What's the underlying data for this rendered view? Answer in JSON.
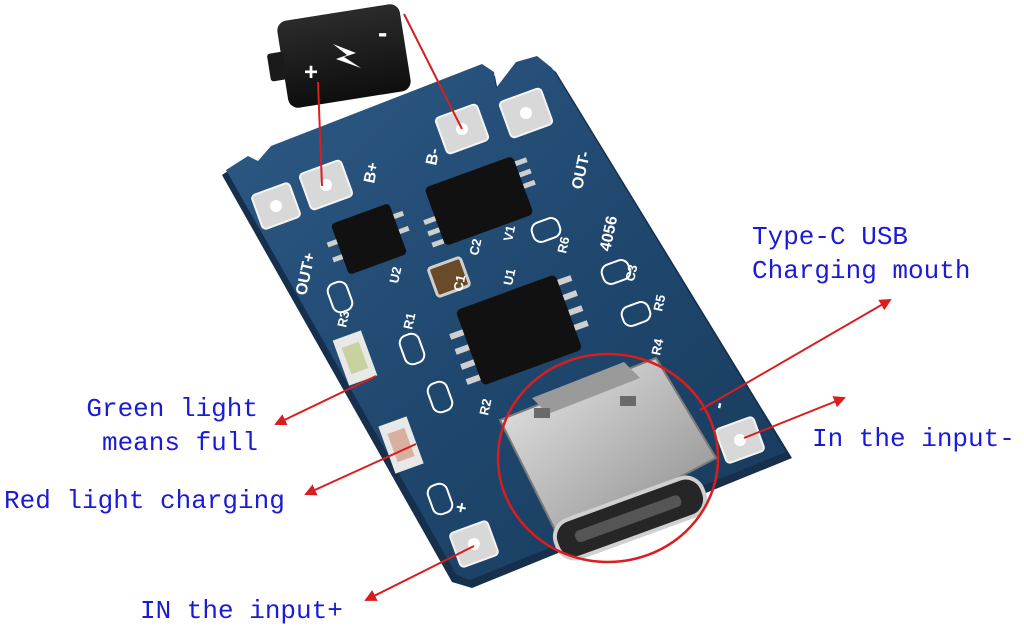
{
  "labels": {
    "usb_line1": "Type-C USB",
    "usb_line2": "Charging mouth",
    "green_line1": "Green light",
    "green_line2": "means full",
    "red": "Red light charging",
    "in_minus": "In the input-",
    "in_plus": "IN the input+"
  },
  "battery": {
    "plus_sign": "+",
    "minus_sign": "-"
  },
  "board_silkscreen": {
    "b_plus": "B+",
    "b_minus": "B-",
    "out_minus": "OUT-",
    "out_plus": "OUT+",
    "chip_id": "4056",
    "u1": "U1",
    "u2": "U2",
    "v1": "V1",
    "r1": "R1",
    "r2": "R2",
    "r3": "R3",
    "r4": "R4",
    "r5": "R5",
    "r6": "R6",
    "c1": "C1",
    "c2": "C2",
    "c3": "C3",
    "minus": "-",
    "plus": "+"
  },
  "colors": {
    "arrow": "#d81e1e",
    "label_text": "#1b1bd6",
    "pcb": "#20486f",
    "pcb_edge": "#152f4d",
    "highlight_circle": "#d81e1e"
  }
}
